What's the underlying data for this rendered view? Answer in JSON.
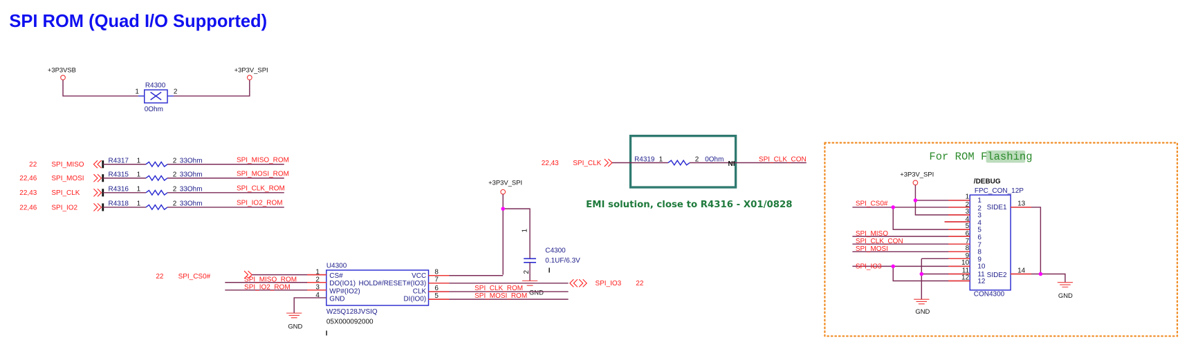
{
  "title": "SPI ROM (Quad I/O Supported)",
  "power": {
    "p3v3vsb": "+3P3VSB",
    "p3v3_spi": "+3P3V_SPI",
    "gnd": "GND"
  },
  "r4300": {
    "ref": "R4300",
    "value": "0Ohm",
    "pin1": "1",
    "pin2": "2"
  },
  "series_resistors": [
    {
      "page": "22",
      "net": "SPI_MISO",
      "ref": "R4317",
      "pin1": "1",
      "pin2": "2",
      "value": "33Ohm",
      "out": "SPI_MISO_ROM"
    },
    {
      "page": "22,46",
      "net": "SPI_MOSI",
      "ref": "R4315",
      "pin1": "1",
      "pin2": "2",
      "value": "33Ohm",
      "out": "SPI_MOSI_ROM"
    },
    {
      "page": "22,43",
      "net": "SPI_CLK",
      "ref": "R4316",
      "pin1": "1",
      "pin2": "2",
      "value": "33Ohm",
      "out": "SPI_CLK_ROM"
    },
    {
      "page": "22,46",
      "net": "SPI_IO2",
      "ref": "R4318",
      "pin1": "1",
      "pin2": "2",
      "value": "33Ohm",
      "out": "SPI_IO2_ROM"
    }
  ],
  "emi": {
    "page": "22,43",
    "net": "SPI_CLK",
    "ref": "R4319",
    "pin1": "1",
    "pin2": "2",
    "value": "0Ohm",
    "ni": "NI",
    "out": "SPI_CLK_CON",
    "note": "EMI solution, close to R4316 - X01/0828"
  },
  "c4300": {
    "ref": "C4300",
    "value": "0.1UF/6.3V",
    "pin1": "1",
    "pin2": "2",
    "mark": "I"
  },
  "u4300": {
    "ref": "U4300",
    "part": "W25Q128JVSIQ",
    "pn": "05X000092000",
    "mark": "I",
    "left_pins": [
      {
        "num": "1",
        "name": "CS#"
      },
      {
        "num": "2",
        "name": "DO(IO1)"
      },
      {
        "num": "3",
        "name": "WP#(IO2)"
      },
      {
        "num": "4",
        "name": "GND"
      }
    ],
    "right_pins": [
      {
        "num": "8",
        "name": "VCC"
      },
      {
        "num": "7",
        "name": "HOLD#/RESET#(IO3)"
      },
      {
        "num": "6",
        "name": "CLK"
      },
      {
        "num": "5",
        "name": "DI(IO0)"
      }
    ],
    "cs_page": "22",
    "cs_net": "SPI_CS0#",
    "miso_net": "SPI_MISO_ROM",
    "io2_net": "SPI_IO2_ROM",
    "io3_net": "SPI_IO3",
    "io3_page": "22",
    "clk_net": "SPI_CLK_ROM",
    "mosi_net": "SPI_MOSI_ROM"
  },
  "debug": {
    "heading": "For ROM ",
    "heading_highlight": "Flashing",
    "sheet": "/DEBUG",
    "part": "FPC_CON_12P",
    "ref": "CON4300",
    "side1": "SIDE1",
    "side2": "SIDE2",
    "pin13": "13",
    "pin14": "14",
    "pins": [
      "1",
      "2",
      "3",
      "4",
      "5",
      "6",
      "7",
      "8",
      "9",
      "10",
      "11",
      "12"
    ],
    "nets": {
      "cs": "SPI_CS0#",
      "miso": "SPI_MISO",
      "clk": "SPI_CLK_CON",
      "mosi": "SPI_MOSI",
      "io3": "SPI_IO3"
    }
  }
}
